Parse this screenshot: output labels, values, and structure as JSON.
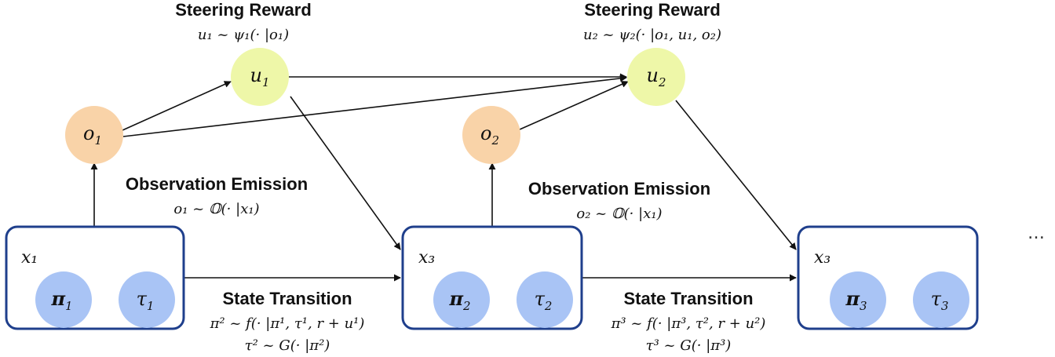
{
  "colors": {
    "observation_node": "#f9d3a8",
    "reward_node": "#eef7a8",
    "policy_node": "#a9c4f5",
    "state_box_border": "#1f3f8c",
    "edge": "#111111"
  },
  "reward_1": {
    "title": "Steering Reward",
    "formula": "u₁ ~ ψ₁(· |o₁)",
    "node_main": "u",
    "node_sub": "1"
  },
  "reward_2": {
    "title": "Steering Reward",
    "formula": "u₂ ~ ψ₂(· |o₁, u₁, o₂)",
    "node_main": "u",
    "node_sub": "2"
  },
  "observation_1": {
    "title": "Observation Emission",
    "formula": "o₁ ~ 𝕆(· |x₁)",
    "node_main": "o",
    "node_sub": "1"
  },
  "observation_2": {
    "title": "Observation Emission",
    "formula": "o₂ ~ 𝕆(· |x₁)",
    "node_main": "o",
    "node_sub": "2"
  },
  "state_1": {
    "label": "x₁",
    "policy_main": "π",
    "policy_sub": "1",
    "tau_main": "τ",
    "tau_sub": "1"
  },
  "state_2": {
    "label": "x₃",
    "policy_main": "π",
    "policy_sub": "2",
    "tau_main": "τ",
    "tau_sub": "2"
  },
  "state_3": {
    "label": "x₃",
    "policy_main": "π",
    "policy_sub": "3",
    "tau_main": "τ",
    "tau_sub": "3"
  },
  "transition_1": {
    "title": "State Transition",
    "formula_pi": "π² ~ f(· |π¹, τ¹, r + u¹)",
    "formula_tau": "τ² ~ G(· |π²)"
  },
  "transition_2": {
    "title": "State Transition",
    "formula_pi": "π³ ~ f(· |π³, τ², r + u²)",
    "formula_tau": "τ³ ~ G(· |π³)"
  },
  "continuation": "…"
}
